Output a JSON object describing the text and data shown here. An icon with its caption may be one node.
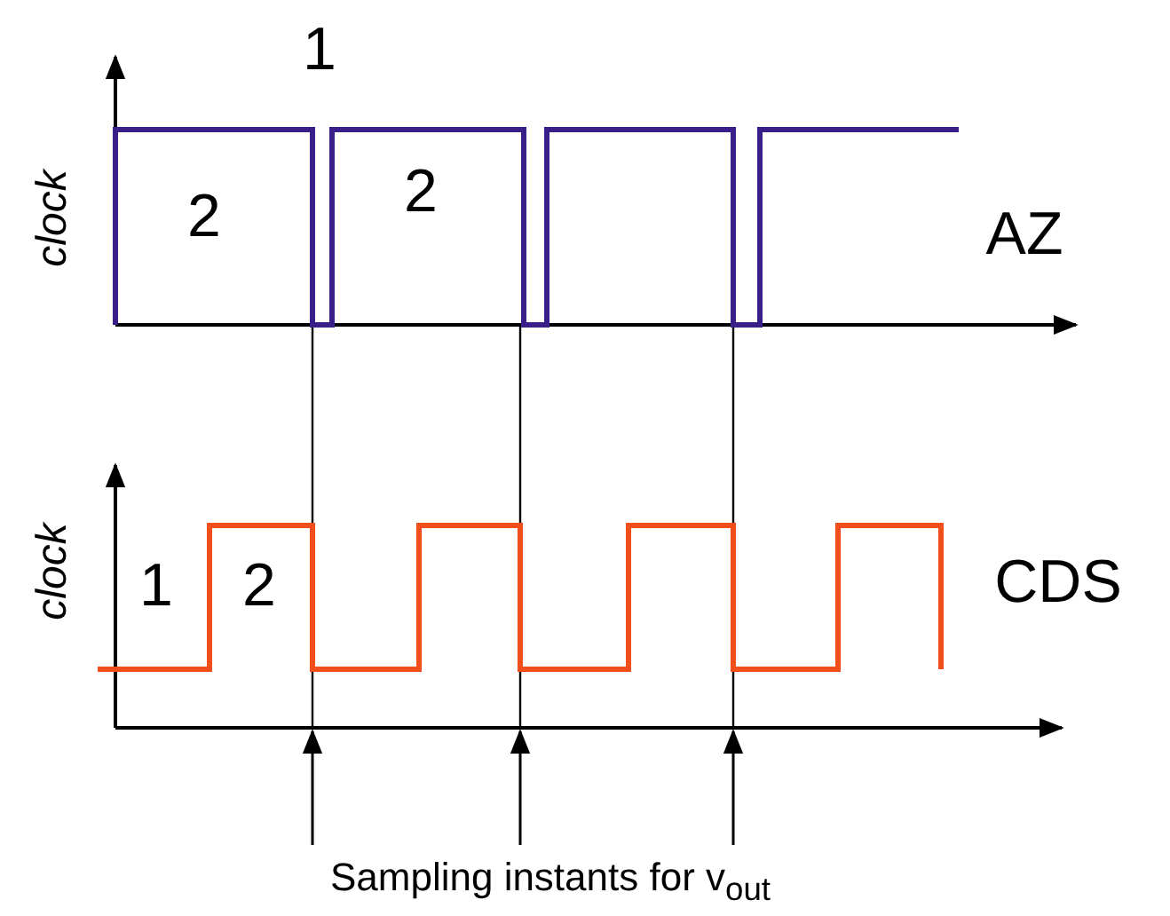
{
  "diagram": {
    "labels": [
      "1",
      "clock",
      "2",
      "2",
      "AZ",
      "clock",
      "1",
      "2",
      "CDS",
      "Sampling instants for v$_{out}$"
    ]
  }
}
